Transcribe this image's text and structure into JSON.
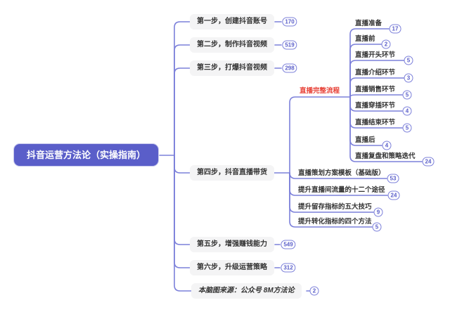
{
  "colors": {
    "root_bg": "#5a5ec9",
    "line": "#7c80da",
    "node_bg": "#f4f4f5",
    "node_text": "#333333",
    "badge_text": "#5a5ec9",
    "highlight_red": "#e8443a"
  },
  "mindmap": {
    "root": {
      "label": "抖音运营方法论（实操指南）"
    },
    "steps": [
      {
        "label": "第一步，创建抖音账号",
        "count": "170"
      },
      {
        "label": "第二步，制作抖音视频",
        "count": "519"
      },
      {
        "label": "第三步，打爆抖音视频",
        "count": "298"
      },
      {
        "label": "第四步，抖音直播带货"
      },
      {
        "label": "第五步，增强赚钱能力",
        "count": "549"
      },
      {
        "label": "第六步，升级运营策略",
        "count": "312"
      },
      {
        "label": "本脑图来源：公众号 8M方法论",
        "count": "2"
      }
    ],
    "step4_children": [
      {
        "label": "直播完整流程"
      },
      {
        "label": "直播策划方案模板（基础版）",
        "count": "53"
      },
      {
        "label": "提升直播间流量的十二个途径",
        "count": "24"
      },
      {
        "label": "提升留存指标的五大技巧",
        "count": "9"
      },
      {
        "label": "提升转化指标的四个方法",
        "count": "5"
      }
    ],
    "live_flow_children": [
      {
        "label": "直播准备",
        "count": "17"
      },
      {
        "label": "直播前",
        "count": "2"
      },
      {
        "label": "直播开头环节",
        "count": "5"
      },
      {
        "label": "直播介绍环节",
        "count": "3"
      },
      {
        "label": "直播销售环节",
        "count": "5"
      },
      {
        "label": "直播穿插环节",
        "count": "4"
      },
      {
        "label": "直播结束环节",
        "count": "5"
      },
      {
        "label": "直播后",
        "count": "4"
      },
      {
        "label": "直播复盘和策略迭代",
        "count": "24"
      }
    ]
  }
}
